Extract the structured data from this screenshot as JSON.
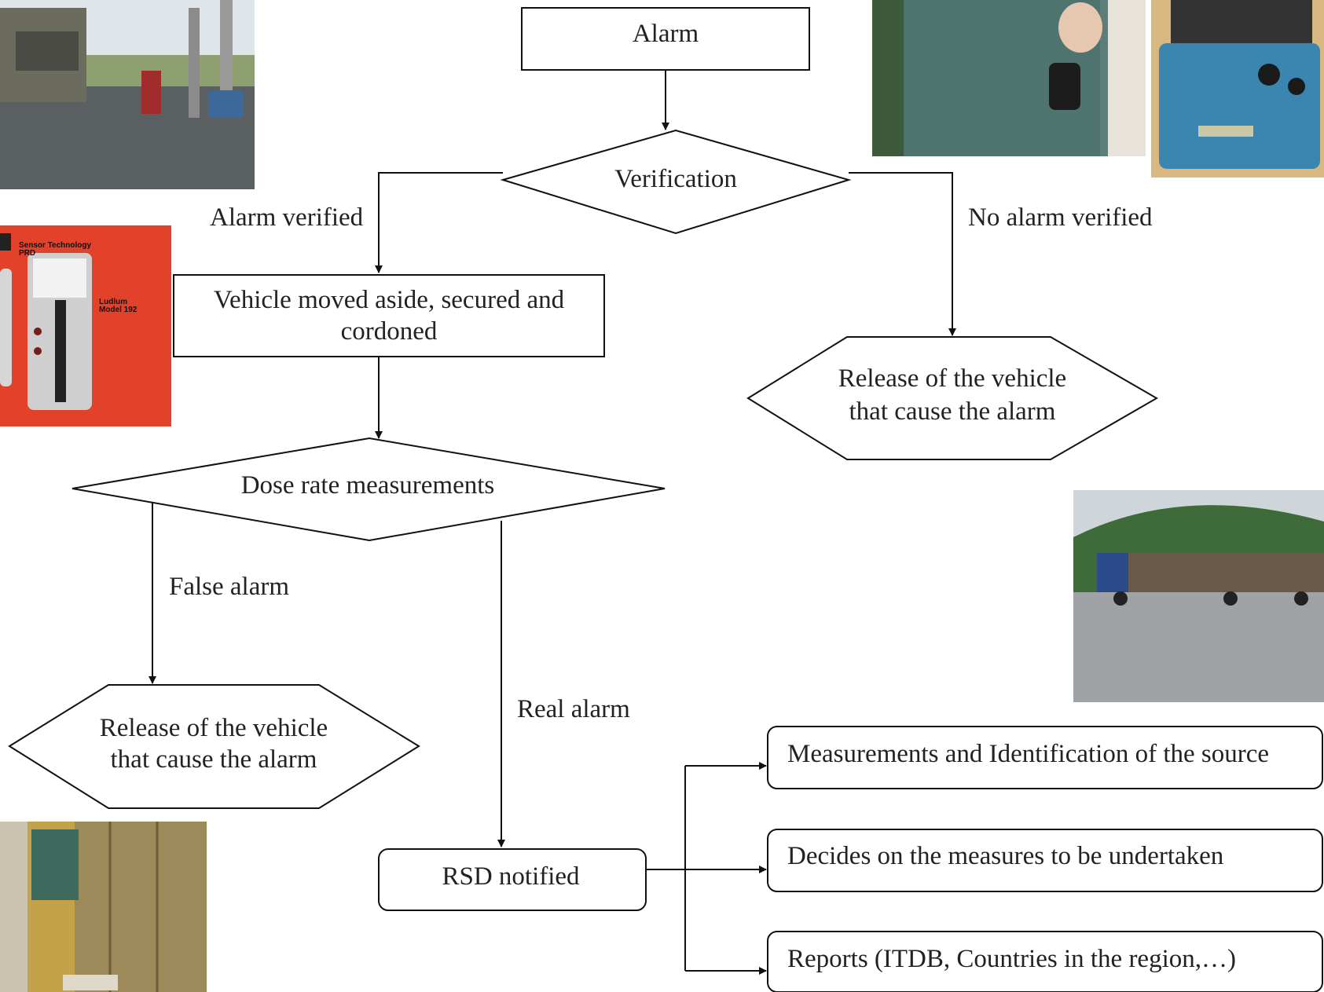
{
  "nodes": {
    "alarm": "Alarm",
    "verification": "Verification",
    "vehicle_moved_line1": "Vehicle moved aside, secured and",
    "vehicle_moved_line2": "cordoned",
    "release_right_line1": "Release of the vehicle",
    "release_right_line2": "that cause the alarm",
    "dose_rate": "Dose rate measurements",
    "release_left_line1": "Release of the vehicle",
    "release_left_line2": "that cause the alarm",
    "rsd_notified": "RSD notified",
    "measurements": "Measurements and Identification of the source",
    "decides": "Decides on the measures to be undertaken",
    "reports": "Reports (ITDB, Countries in the region,…)"
  },
  "edges": {
    "alarm_verified": "Alarm verified",
    "no_alarm_verified": "No alarm verified",
    "false_alarm": "False alarm",
    "real_alarm": "Real alarm"
  },
  "photos": {
    "device_label_1_line1": "Sensor Technology",
    "device_label_1_line2": "PRD",
    "device_label_2_line1": "Ludlum",
    "device_label_2_line2": "Model 192"
  }
}
